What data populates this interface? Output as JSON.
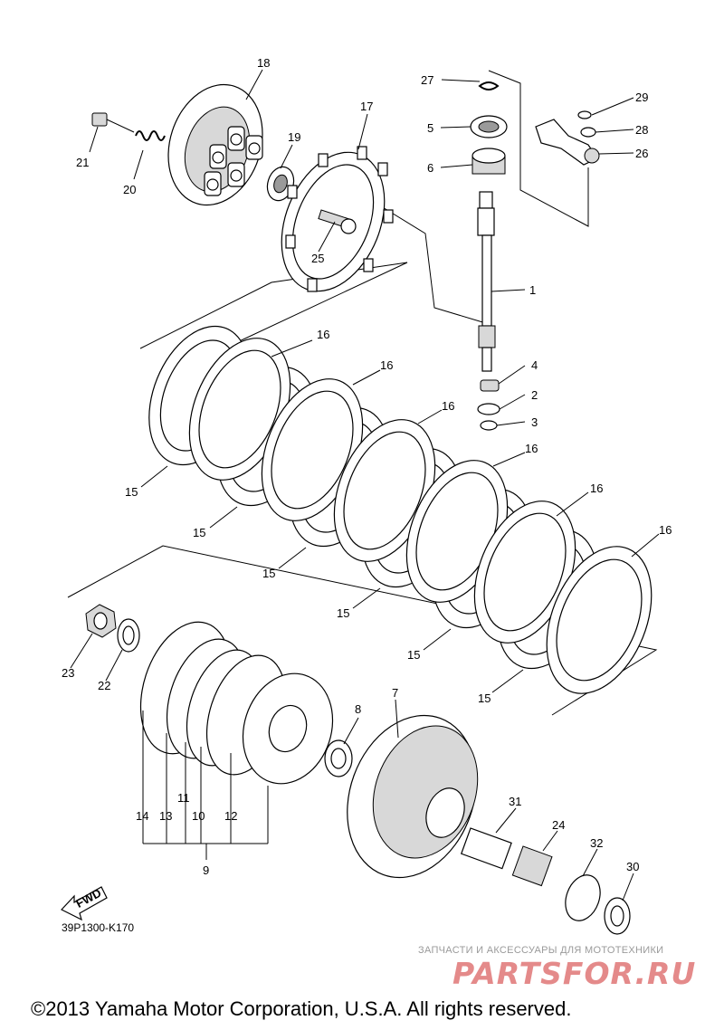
{
  "callouts": {
    "c1": "1",
    "c2": "2",
    "c3": "3",
    "c4": "4",
    "c5": "5",
    "c6": "6",
    "c7": "7",
    "c8": "8",
    "c9": "9",
    "c10": "10",
    "c11": "11",
    "c12": "12",
    "c13": "13",
    "c14": "14",
    "c15a": "15",
    "c15b": "15",
    "c15c": "15",
    "c15d": "15",
    "c15e": "15",
    "c15f": "15",
    "c16a": "16",
    "c16b": "16",
    "c16c": "16",
    "c16d": "16",
    "c16e": "16",
    "c16f": "16",
    "c17": "17",
    "c18": "18",
    "c19": "19",
    "c20": "20",
    "c21": "21",
    "c22": "22",
    "c23": "23",
    "c24": "24",
    "c25": "25",
    "c26": "26",
    "c27": "27",
    "c28": "28",
    "c29": "29",
    "c30": "30",
    "c31": "31",
    "c32": "32"
  },
  "fwd_label": "FWD",
  "drawing_code": "39P1300-K170",
  "watermark": {
    "tagline": "ЗАПЧАСТИ И АКСЕССУАРЫ ДЛЯ МОТОТЕХНИКИ",
    "brand": "PARTSFOR.RU",
    "color": "#e48a8a"
  },
  "copyright": "©2013 Yamaha Motor Corporation, U.S.A. All rights reserved."
}
